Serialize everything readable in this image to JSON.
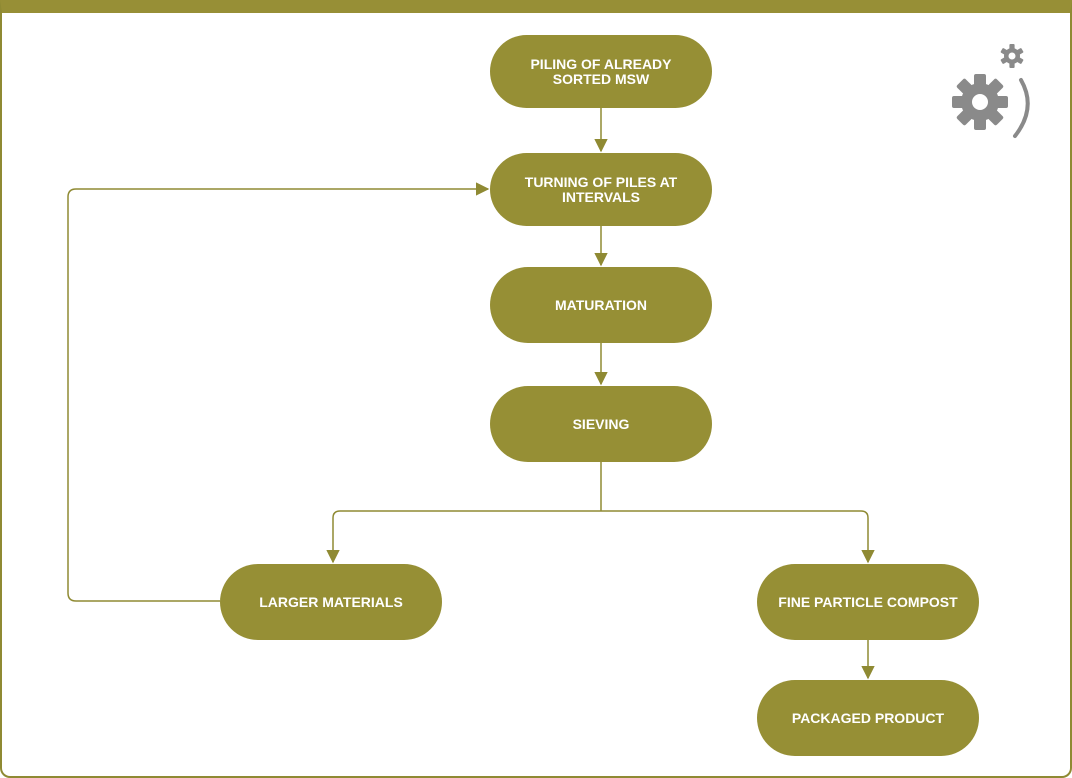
{
  "flowchart": {
    "nodes": {
      "piling": "PILING OF ALREADY SORTED MSW",
      "turning": "TURNING OF PILES AT INTERVALS",
      "maturation": "MATURATION",
      "sieving": "SIEVING",
      "larger": "LARGER MATERIALS",
      "fine": "FINE PARTICLE COMPOST",
      "packaged": "PACKAGED PRODUCT"
    },
    "edges": [
      [
        "piling",
        "turning"
      ],
      [
        "turning",
        "maturation"
      ],
      [
        "maturation",
        "sieving"
      ],
      [
        "sieving",
        "larger"
      ],
      [
        "sieving",
        "fine"
      ],
      [
        "fine",
        "packaged"
      ],
      [
        "larger",
        "turning"
      ]
    ]
  },
  "decoration": {
    "icon": "gears-icon"
  },
  "colors": {
    "node_fill": "#968f35",
    "frame": "#978f36",
    "connector": "#8f8a33",
    "icon": "#8a8a8a",
    "text": "#ffffff"
  }
}
